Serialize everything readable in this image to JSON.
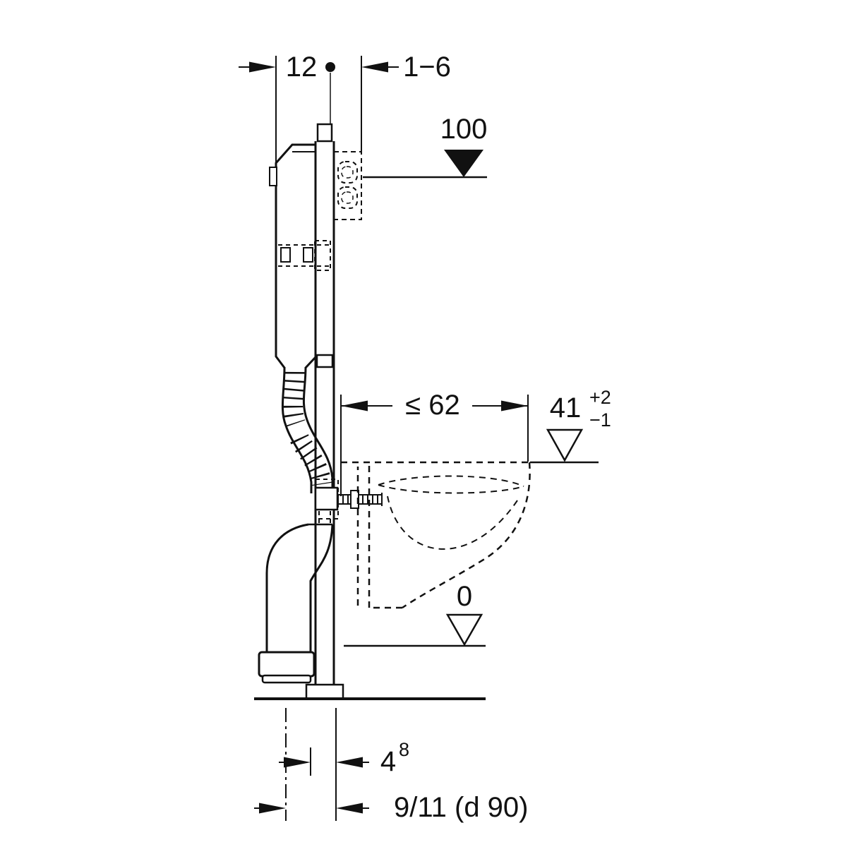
{
  "diagram": {
    "labels": {
      "dim_top_left": "12",
      "dim_top_right": "1−6",
      "level_top": "100",
      "dim_bowl_depth": "≤ 62",
      "level_bowl": "41",
      "level_bowl_sup": "+2",
      "level_bowl_sub": "−1",
      "level_floor": "0",
      "dim_outlet_small": "4",
      "dim_outlet_small_sup": "8",
      "dim_outlet_bottom": "9/11 (d 90)"
    },
    "colors": {
      "line": "#111111",
      "background": "#ffffff"
    }
  }
}
